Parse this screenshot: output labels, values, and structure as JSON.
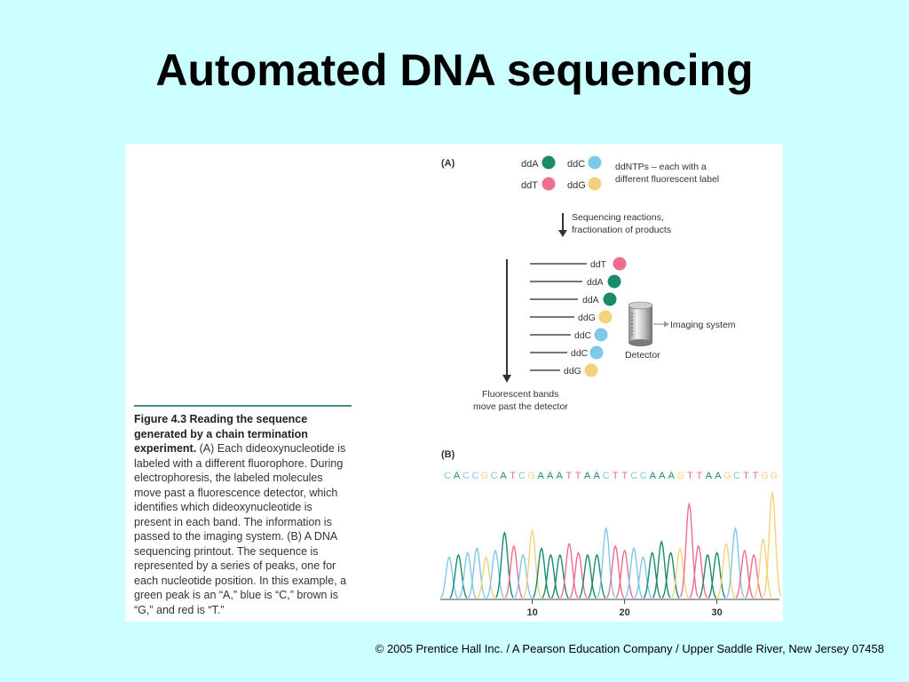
{
  "slide": {
    "title": "Automated DNA sequencing",
    "footer": "© 2005 Prentice Hall Inc. / A Pearson Education Company / Upper Saddle River, New Jersey 07458"
  },
  "colors": {
    "A": "#1a8a6a",
    "C": "#7ec8e8",
    "G": "#f2d27a",
    "T": "#ee6e8c"
  },
  "panel_a": {
    "label": "(A)",
    "legend": [
      {
        "text": "ddA",
        "base": "A"
      },
      {
        "text": "ddC",
        "base": "C"
      },
      {
        "text": "ddT",
        "base": "T"
      },
      {
        "text": "ddG",
        "base": "G"
      }
    ],
    "legend_note_1": "ddNTPs – each with a",
    "legend_note_2": "different fluorescent label",
    "step_1": "Sequencing reactions,",
    "step_2": "fractionation of products",
    "bands": [
      {
        "text": "ddT",
        "base": "T"
      },
      {
        "text": "ddA",
        "base": "A"
      },
      {
        "text": "ddA",
        "base": "A"
      },
      {
        "text": "ddG",
        "base": "G"
      },
      {
        "text": "ddC",
        "base": "C"
      },
      {
        "text": "ddC",
        "base": "C"
      },
      {
        "text": "ddG",
        "base": "G"
      }
    ],
    "bands_note_1": "Fluorescent bands",
    "bands_note_2": "move past the detector",
    "detector": "Detector",
    "imaging": "Imaging system"
  },
  "panel_b": {
    "label": "(B)",
    "sequence": [
      "C",
      "A",
      "C",
      "C",
      "G",
      "C",
      "A",
      "T",
      "C",
      "G",
      "A",
      "A",
      "A",
      "T",
      "T",
      "A",
      "A",
      "C",
      "T",
      "T",
      "C",
      "C",
      "A",
      "A",
      "A",
      "G",
      "T",
      "T",
      "A",
      "A",
      "G",
      "C",
      "T",
      "T",
      "G",
      "G"
    ],
    "peak_levels": [
      0.38,
      0.4,
      0.42,
      0.46,
      0.38,
      0.44,
      0.6,
      0.48,
      0.4,
      0.62,
      0.46,
      0.4,
      0.4,
      0.5,
      0.42,
      0.4,
      0.4,
      0.64,
      0.48,
      0.44,
      0.46,
      0.38,
      0.42,
      0.52,
      0.42,
      0.46,
      0.86,
      0.48,
      0.4,
      0.42,
      0.5,
      0.64,
      0.44,
      0.4,
      0.54,
      0.96
    ],
    "ticks": [
      {
        "pos": 10,
        "label": "10"
      },
      {
        "pos": 20,
        "label": "20"
      },
      {
        "pos": 30,
        "label": "30"
      }
    ]
  },
  "caption": {
    "head": "Figure 4.3  Reading the sequence generated by a chain termination experiment.",
    "body": " (A) Each dideoxynucleotide is labeled with a different fluorophore. During electrophoresis, the labeled molecules move past a fluorescence detector, which identifies which dideoxynucleotide is present in each band. The information is passed to the imaging system. (B) A DNA sequencing printout. The sequence is represented by a series of peaks, one for each nucleotide position. In this example, a green peak is an “A,” blue is “C,” brown is “G,” and red is “T.”"
  }
}
